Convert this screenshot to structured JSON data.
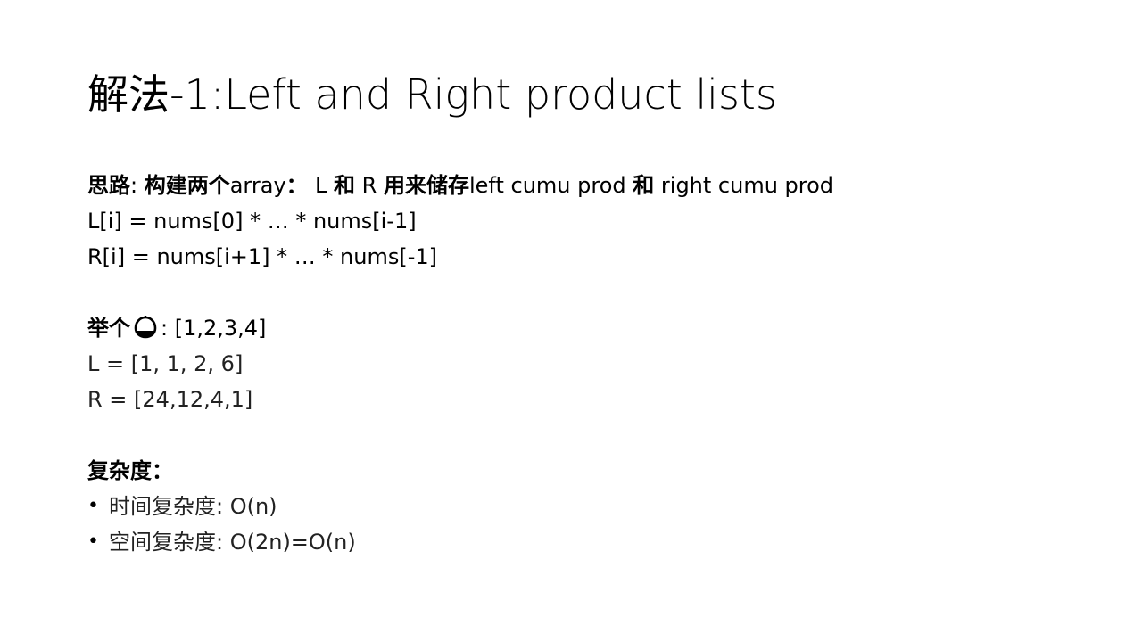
{
  "slide": {
    "title": "解法-1:Left and Right product lists",
    "idea": {
      "label": "思路",
      "colon": ":  ",
      "build": "构建两个",
      "array_word": "array",
      "colon2": "：  ",
      "l_word": "L",
      "he1": "和",
      "r_word": "R",
      "use_store": "用来储存",
      "left_phrase": "left cumu prod",
      "he2": "和",
      "right_phrase": "right cumu prod"
    },
    "formula_l": "L[i] = nums[0] * … * nums[i-1]",
    "formula_r": "R[i] = nums[i+1] * … * nums[-1]",
    "example": {
      "label": "举个",
      "icon": "chestnut-icon",
      "after_icon": ": [1,2,3,4]",
      "l_line": "L = [1, 1, 2, 6]",
      "r_line": "R = [24,12,4,1]"
    },
    "complexity": {
      "heading": "复杂度：",
      "bullet_glyph": "•",
      "items": [
        "时间复杂度: O(n)",
        "空间复杂度: O(2n)=O(n)"
      ]
    }
  }
}
